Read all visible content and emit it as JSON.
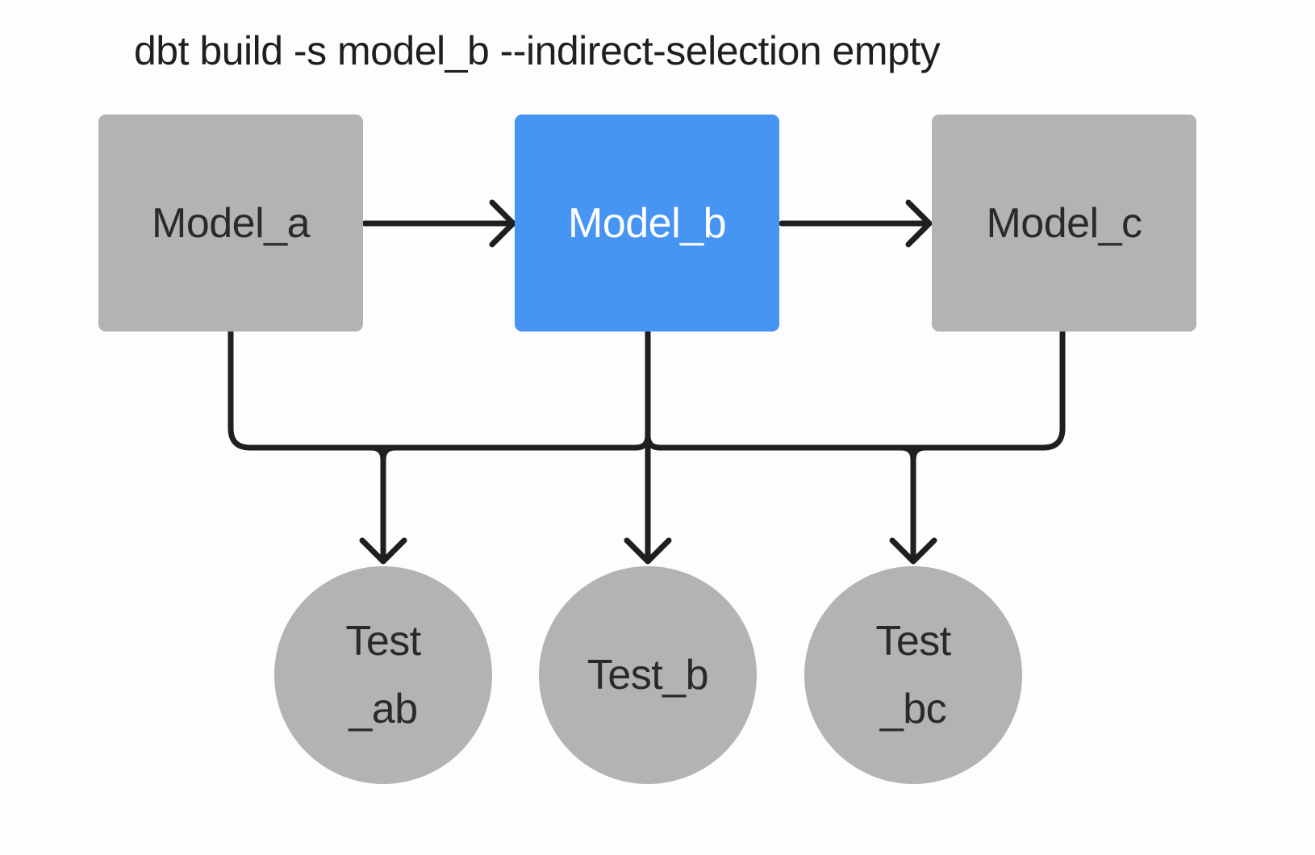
{
  "title": "dbt build -s model_b --indirect-selection empty",
  "colors": {
    "background": "#fdfdfd",
    "node_gray": "#b3b3b3",
    "selected_blue": "#4695f2",
    "line": "#1f1f1f",
    "text_dark": "#2a2a2a",
    "text_on_selected": "#ffffff"
  },
  "nodes": {
    "model_a": {
      "type": "model",
      "label": "Model_a",
      "selected": false
    },
    "model_b": {
      "type": "model",
      "label": "Model_b",
      "selected": true
    },
    "model_c": {
      "type": "model",
      "label": "Model_c",
      "selected": false
    },
    "test_ab": {
      "type": "test",
      "label_line1": "Test",
      "label_line2": "_ab"
    },
    "test_b": {
      "type": "test",
      "label": "Test_b"
    },
    "test_bc": {
      "type": "test",
      "label_line1": "Test",
      "label_line2": "_bc"
    }
  },
  "edges": [
    {
      "from": "model_a",
      "to": "model_b"
    },
    {
      "from": "model_b",
      "to": "model_c"
    },
    {
      "from": "model_a",
      "to": "test_ab"
    },
    {
      "from": "model_b",
      "to": "test_ab"
    },
    {
      "from": "model_b",
      "to": "test_b"
    },
    {
      "from": "model_b",
      "to": "test_bc"
    },
    {
      "from": "model_c",
      "to": "test_bc"
    }
  ]
}
